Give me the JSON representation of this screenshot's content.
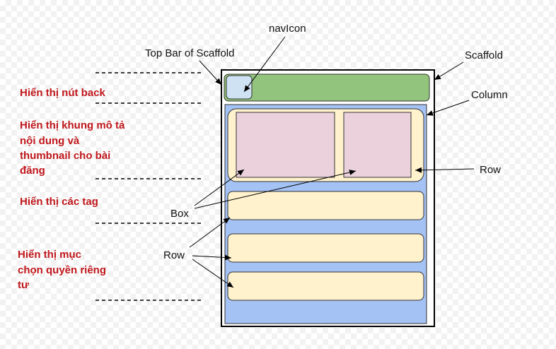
{
  "labels": {
    "nav_icon": "navIcon",
    "top_bar": "Top Bar of Scaffold",
    "scaffold": "Scaffold",
    "column": "Column",
    "row_right": "Row",
    "box": "Box",
    "row_left": "Row"
  },
  "sections": {
    "back_button": "Hiển thị nút back",
    "description_line1": "Hiển thị khung mô tả",
    "description_line2": "nội dung và",
    "description_line3": "thumbnail cho bài",
    "description_line4": "đăng",
    "tags": "Hiển thị các tag",
    "privacy_line1": "Hiển thị mục",
    "privacy_line2": "chọn quyền riêng",
    "privacy_line3": "tư"
  },
  "colors": {
    "top_bar_green": "#93c47d",
    "nav_icon_blue": "#cfe2f3",
    "body_blue": "#a4c2f4",
    "row_cream": "#fff2cc",
    "box_pink": "#ead1dc",
    "section_text_red": "#c0171c"
  }
}
